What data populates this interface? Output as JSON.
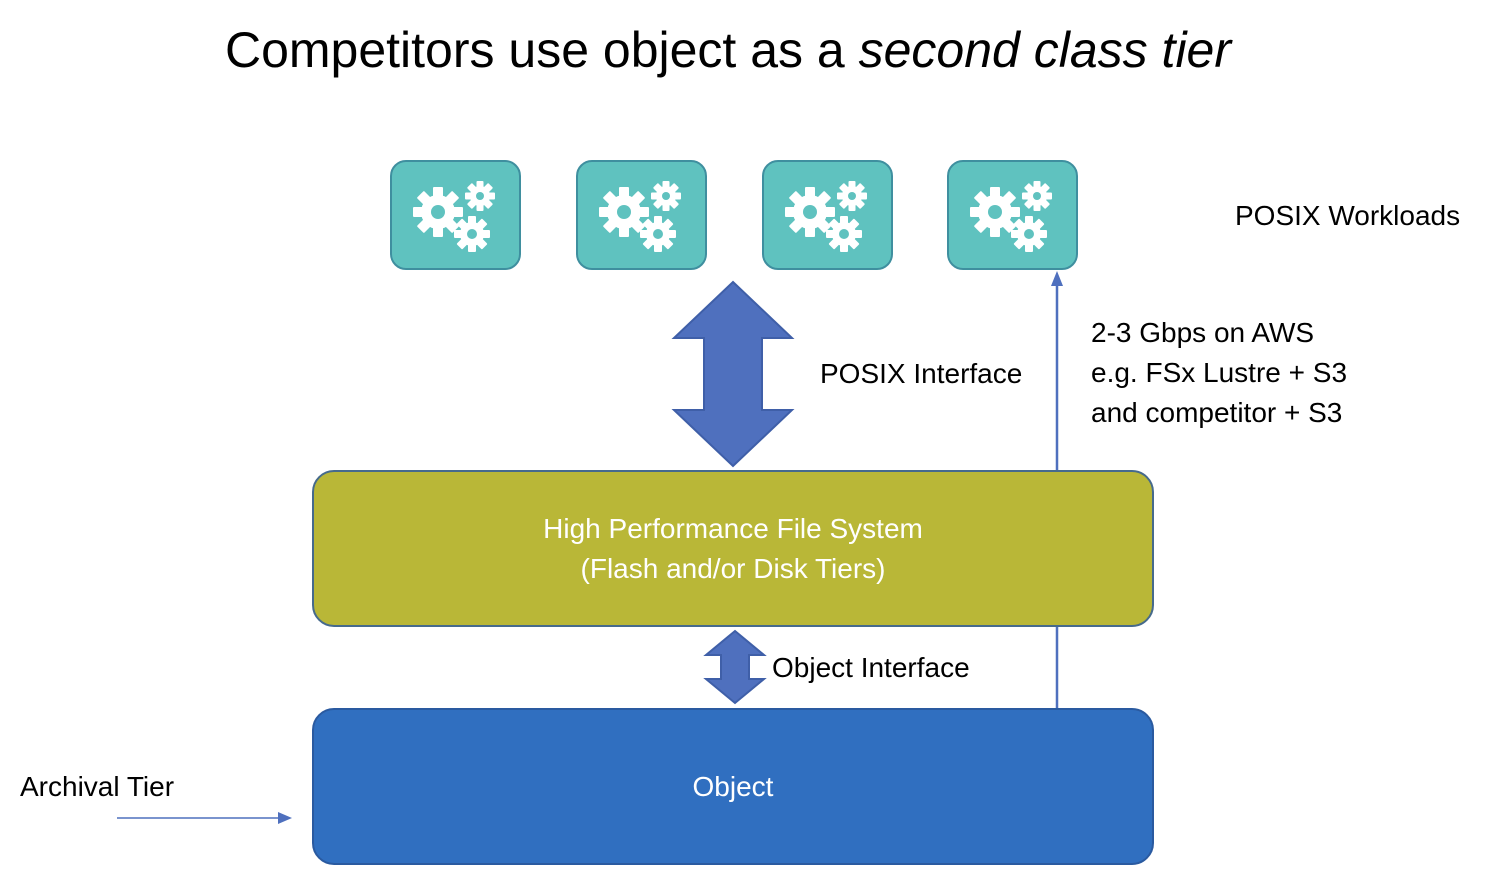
{
  "title": {
    "main": "Competitors use object as a ",
    "emphasis": "second class tier"
  },
  "workloads": {
    "count": 4,
    "icon": "gears-icon",
    "fill_color": "#5fc2bf",
    "label": "POSIX Workloads"
  },
  "posix_interface": {
    "label": "POSIX Interface"
  },
  "aws_note": {
    "lines": [
      "2-3 Gbps on AWS",
      "e.g. FSx Lustre + S3",
      "and competitor + S3"
    ]
  },
  "file_system": {
    "line1": "High Performance File System",
    "line2": "(Flash and/or Disk Tiers)",
    "color": "#b9b737"
  },
  "object_interface": {
    "label": "Object Interface"
  },
  "object_store": {
    "label": "Object",
    "color": "#306fc0"
  },
  "archival": {
    "label": "Archival Tier"
  },
  "arrow_color": "#4f70be"
}
